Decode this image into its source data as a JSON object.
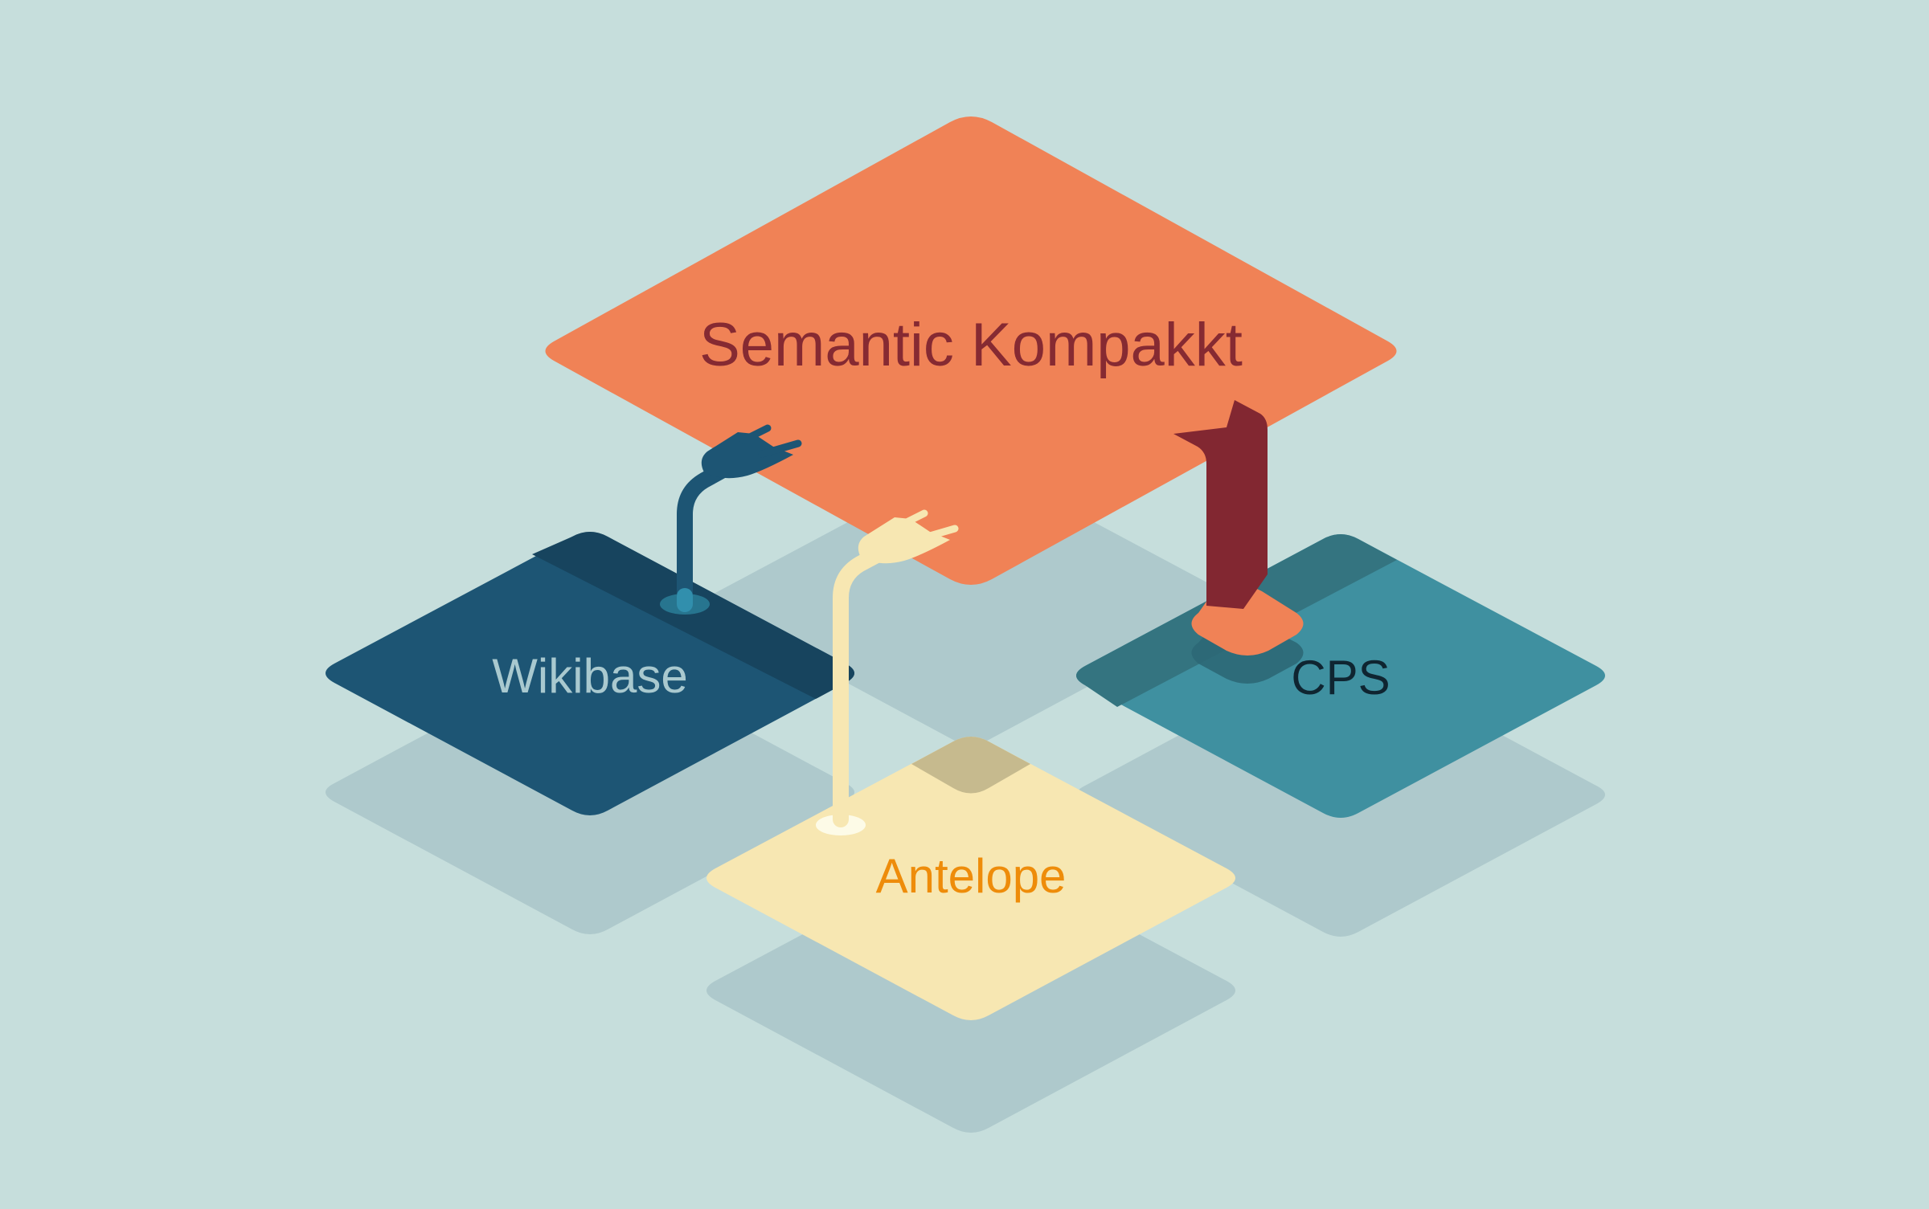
{
  "diagram": {
    "background": "#c6dedc",
    "shadow_color": "#aec9cc",
    "nodes": [
      {
        "id": "semantic-kompakkt",
        "label": "Semantic Kompakkt",
        "role": "hub",
        "fill": "#f08256",
        "text_color": "#862a32"
      },
      {
        "id": "wikibase",
        "label": "Wikibase",
        "fill": "#1d5574",
        "band_color": "#17445e",
        "text_color": "#a9c9cf",
        "connector": {
          "type": "plug",
          "color": "#1d5574",
          "socket_color": "#27758f",
          "socket_highlight": "#318fad"
        }
      },
      {
        "id": "cps",
        "label": "CPS",
        "fill": "#3f90a0",
        "band_color": "#347480",
        "text_color": "#0f2531",
        "connector": {
          "type": "bracket",
          "color": "#822731",
          "foot_color": "#f08256"
        }
      },
      {
        "id": "antelope",
        "label": "Antelope",
        "fill": "#f7e7b2",
        "notch_color": "#c6ba8e",
        "text_color": "#ee8c0a",
        "connector": {
          "type": "plug",
          "color": "#f7e7b2",
          "socket_color": "#fdfbe7"
        }
      }
    ],
    "edges": [
      {
        "from": "wikibase",
        "to": "semantic-kompakkt",
        "style": "plug"
      },
      {
        "from": "antelope",
        "to": "semantic-kompakkt",
        "style": "plug"
      },
      {
        "from": "cps",
        "to": "semantic-kompakkt",
        "style": "bracket"
      }
    ]
  }
}
